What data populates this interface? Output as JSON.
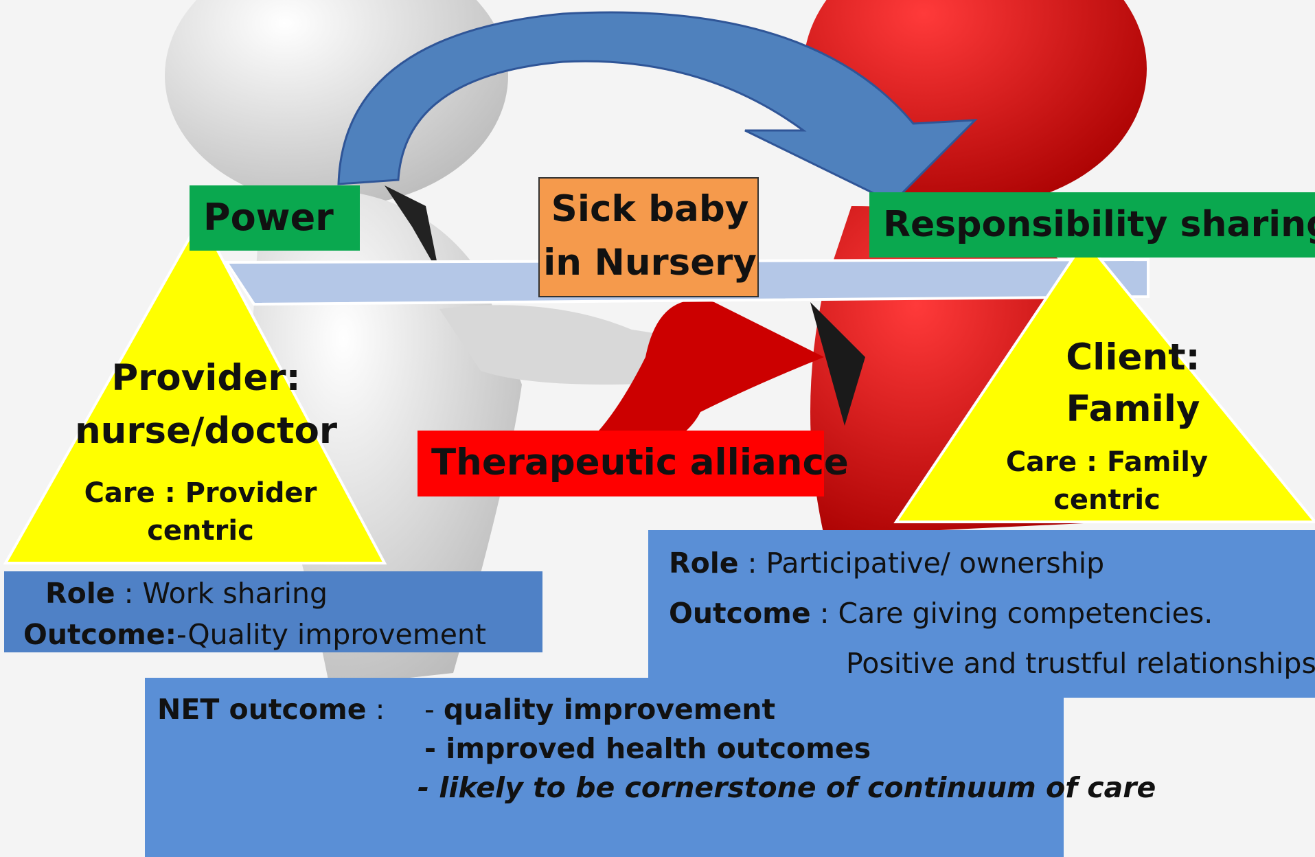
{
  "colors": {
    "green": "#0aa84f",
    "orange": "#f59a4c",
    "red": "#ff0000",
    "yellow": "#ffff00",
    "blue": "#5a8fd6",
    "arrow": "#4f81bd",
    "beam": "#b4c7e7"
  },
  "icons": [
    "curved-arrow-icon",
    "white-figure-icon",
    "red-figure-icon",
    "seesaw-beam-icon"
  ],
  "labels": {
    "power": "Power",
    "responsibility": "Responsibility sharing",
    "sick_baby_line1": "Sick baby",
    "sick_baby_line2": "in Nursery",
    "therapeutic": "Therapeutic alliance"
  },
  "provider": {
    "title_line1": "Provider:",
    "title_line2": "nurse/doctor",
    "care_line1": "Care : Provider",
    "care_line2": "centric",
    "role_label": "Role",
    "role_value": " : Work sharing",
    "outcome_label": "Outcome:",
    "outcome_value": "-Quality improvement"
  },
  "client": {
    "title_line1": "Client:",
    "title_line2": "Family",
    "care_line1": "Care : Family",
    "care_line2": "centric",
    "role_label": "Role",
    "role_value": " : Participative/ ownership",
    "outcome_label": "Outcome",
    "outcome_value": " : Care giving competencies.",
    "outcome_value2": "Positive and trustful relationships"
  },
  "net": {
    "label": "NET outcome",
    "separator": " :",
    "item1_dash": "- ",
    "item1": "quality improvement",
    "item2": "- improved health outcomes",
    "item3": "- likely to be cornerstone of continuum of care"
  }
}
